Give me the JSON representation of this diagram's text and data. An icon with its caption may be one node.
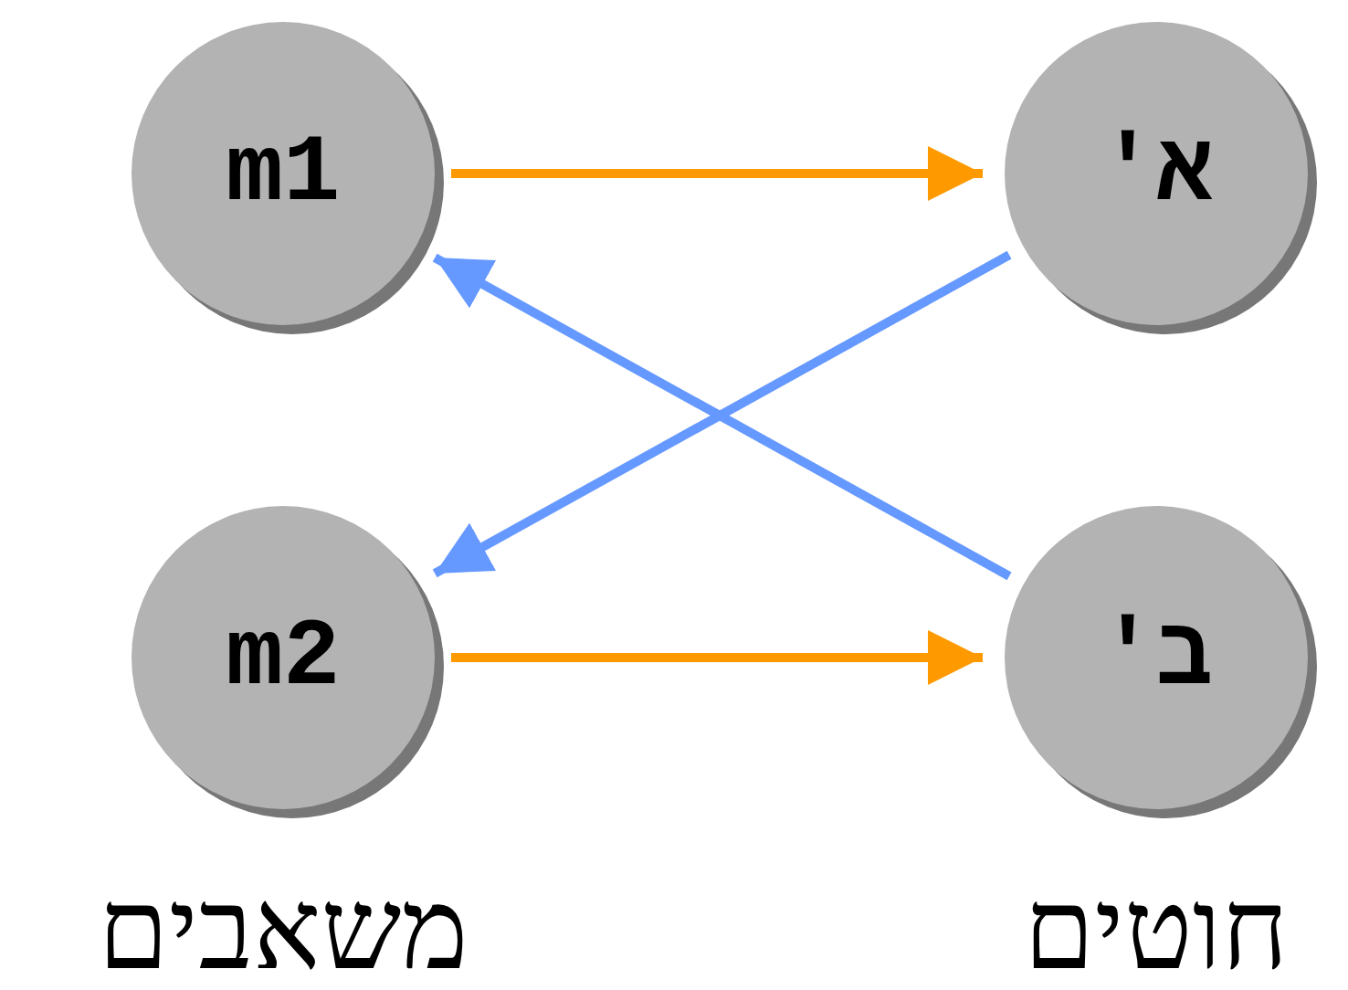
{
  "diagram": {
    "nodes": [
      {
        "text": [
          "m1"
        ]
      },
      {
        "text": [
          "א'"
        ]
      },
      {
        "text": [
          "m2"
        ]
      },
      {
        "text": [
          "ב'"
        ]
      }
    ],
    "edges": [
      {
        "from": 0,
        "to": 1,
        "arrow": "to",
        "color": "#ff9900"
      },
      {
        "from": 1,
        "to": 2,
        "arrow": "to",
        "color": "#6699ff"
      },
      {
        "from": 3,
        "to": 0,
        "arrow": "to",
        "color": "#6699ff"
      },
      {
        "from": 2,
        "to": 3,
        "arrow": "to",
        "color": "#ff9900"
      }
    ],
    "labels": [
      "משאבים",
      "חוטים"
    ]
  }
}
